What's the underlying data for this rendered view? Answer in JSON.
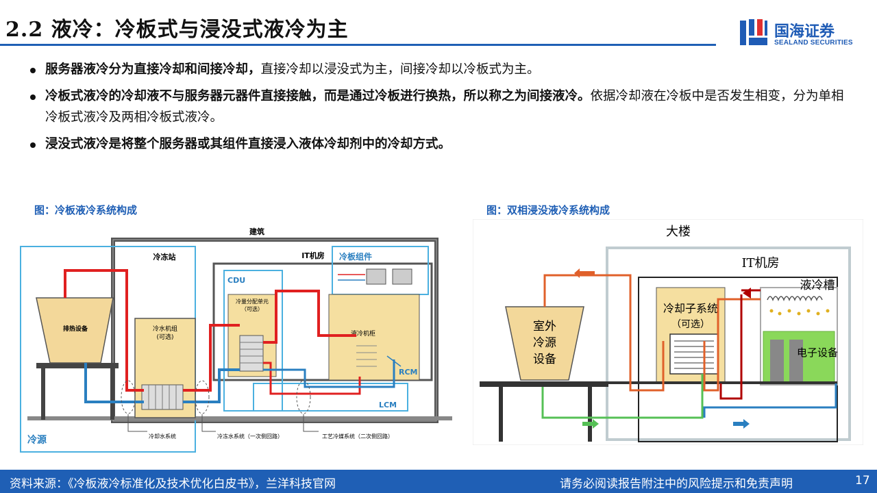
{
  "header": {
    "title": "2.2 液冷：冷板式与浸没式液冷为主",
    "logo_cn": "国海证券",
    "logo_en": "SEALAND SECURITIES"
  },
  "bullets": [
    {
      "bold": "服务器液冷分为直接冷却和间接冷却，",
      "normal": "直接冷却以浸没式为主，间接冷却以冷板式为主。"
    },
    {
      "bold": "冷板式液冷的冷却液不与服务器元器件直接接触，而是通过冷板进行换热，所以称之为间接液冷。",
      "normal": "依据冷却液在冷板中是否发生相变，分为单相冷板式液冷及两相冷板式液冷。"
    },
    {
      "bold": "浸没式液冷是将整个服务器或其组件直接浸入液体冷却剂中的冷却方式。",
      "normal": ""
    }
  ],
  "figure_left": {
    "caption": "图：冷板液冷系统构成",
    "labels": {
      "building": "建筑",
      "chiller_station": "冷冻站",
      "it_room": "IT机房",
      "cold_plate_assembly": "冷板组件",
      "cdu": "CDU",
      "cdu_unit": "冷量分配单元",
      "optional": "（可选）",
      "heat_rejection": "排热设备",
      "chiller": "冷水机组",
      "chiller_optional": "(可选)",
      "liquid_cabinet": "液冷机柜",
      "rcm": "RCM",
      "lcm": "LCM",
      "cold_source": "冷源",
      "cooling_water": "冷却水系统",
      "chilled_water": "冷冻水系统（一次侧回路）",
      "process_coolant": "工艺冷媒系统（二次侧回路）"
    }
  },
  "figure_right": {
    "caption": "图：双相浸没液冷系统构成",
    "labels": {
      "building": "大楼",
      "it_room": "IT机房",
      "tank": "液冷槽",
      "cooling_subsystem": "冷却子系统",
      "optional": "（可选）",
      "outdoor_source": [
        "室外",
        "冷源",
        "设备"
      ],
      "electronics": "电子设备"
    }
  },
  "footer": {
    "source": "资料来源：《冷板液冷标准化及技术优化白皮书》，兰洋科技官网",
    "disclaimer": "请务必阅读报告附注中的风险提示和免责声明",
    "page": "17"
  },
  "colors": {
    "accent": "#1f5fb5",
    "hot_pipe": "#e02020",
    "cold_pipe": "#2a7fc0",
    "green_pipe": "#55c055"
  }
}
